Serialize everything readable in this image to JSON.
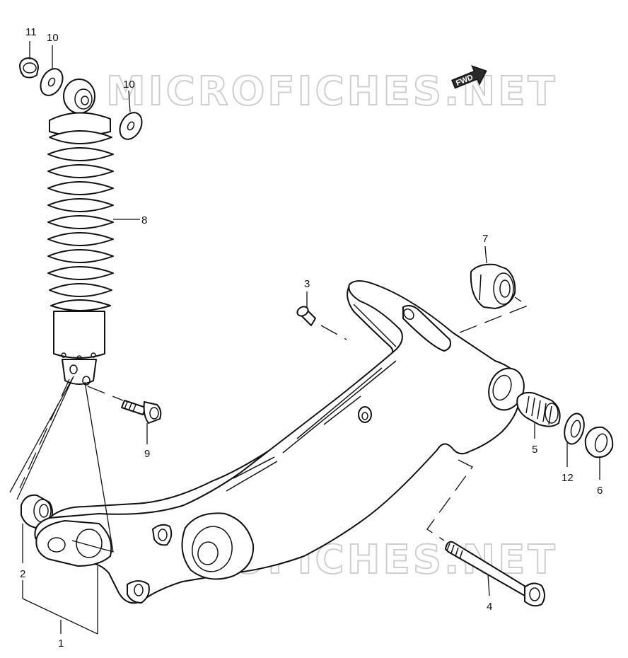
{
  "watermark": "MICROFICHES.NET",
  "direction_badge": "FWD",
  "callouts": {
    "p1": "1",
    "p2": "2",
    "p3": "3",
    "p4": "4",
    "p5": "5",
    "p6": "6",
    "p7": "7",
    "p8": "8",
    "p9": "9",
    "p10a": "10",
    "p10b": "10",
    "p11": "11",
    "p12": "12"
  },
  "colors": {
    "line": "#111111",
    "watermark": "#cfcfcf",
    "badge": "#2a2a2a"
  }
}
